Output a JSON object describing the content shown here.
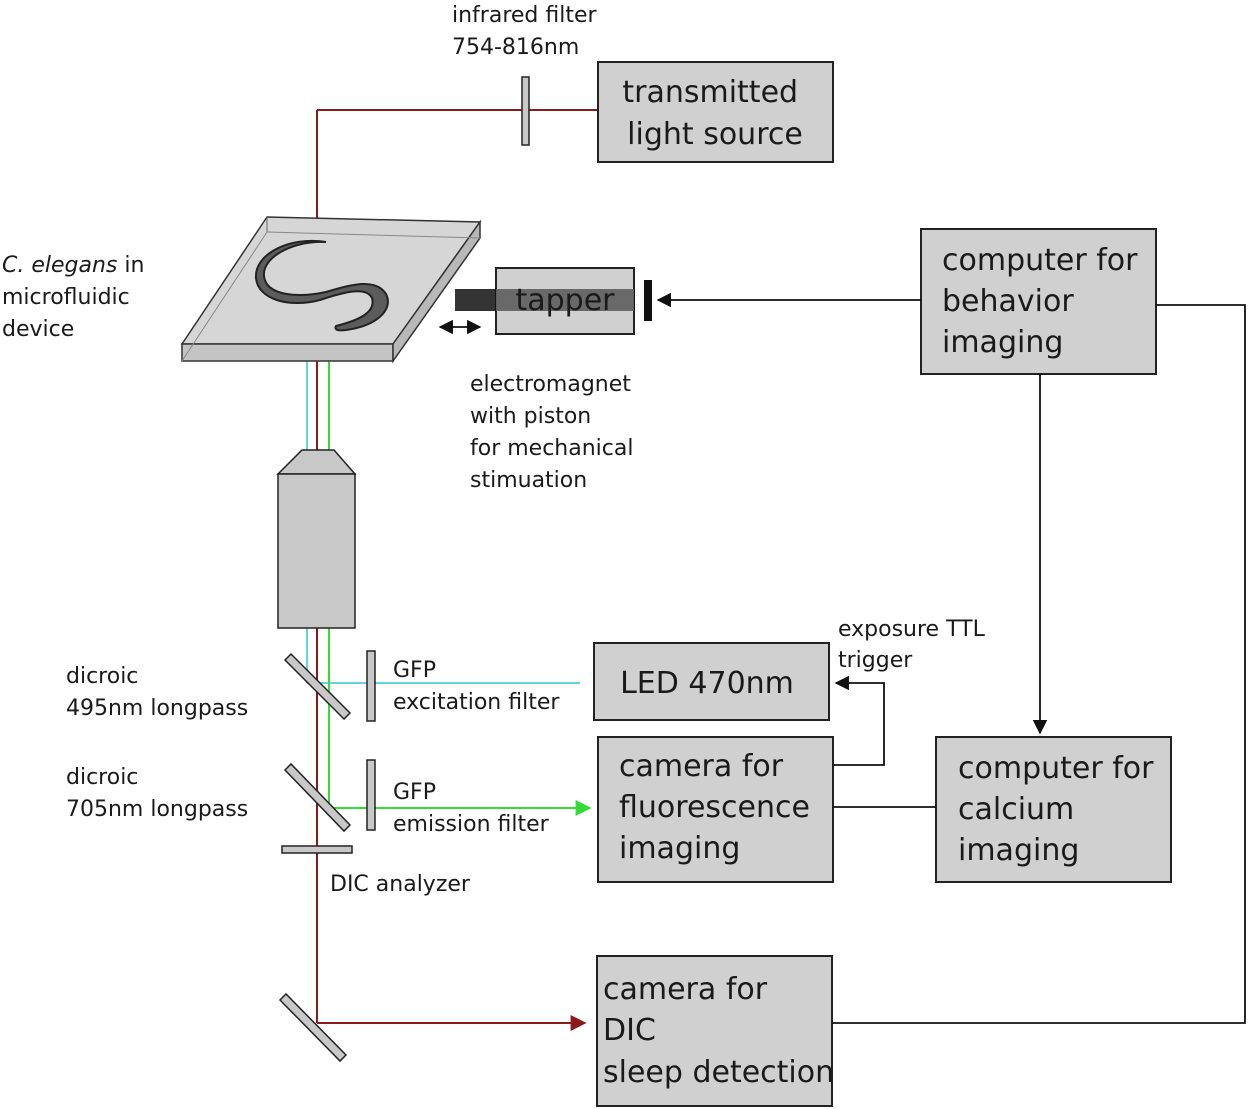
{
  "colors": {
    "ir_beam": "#8b1a1a",
    "excitation": "#5fd6e0",
    "emission": "#33dd33",
    "box_fill": "#d0d0d0",
    "wiring": "#111111"
  },
  "labels": {
    "infrared_filter": [
      "infrared filter",
      "754-816nm"
    ],
    "organism": [
      "C. elegans",
      " in"
    ],
    "organism_rest": [
      "microfluidic",
      "device"
    ],
    "electromagnet": [
      "electromagnet",
      "with piston",
      "for mechanical",
      "stimuation"
    ],
    "dicroic_1": [
      "dicroic",
      "495nm longpass"
    ],
    "dicroic_2": [
      "dicroic",
      "705nm longpass"
    ],
    "gfp_excitation": [
      "GFP",
      "excitation filter"
    ],
    "gfp_emission": [
      "GFP",
      "emission filter"
    ],
    "dic_analyzer": "DIC analyzer",
    "exposure_ttl": [
      "exposure TTL",
      "trigger"
    ]
  },
  "boxes": {
    "light_source": [
      "transmitted",
      "light source"
    ],
    "tapper": "tapper",
    "computer_behavior": [
      "computer for",
      "behavior",
      "imaging"
    ],
    "led": "LED 470nm",
    "camera_fluorescence": [
      "camera for",
      "fluorescence",
      "imaging"
    ],
    "computer_calcium": [
      "computer for",
      "calcium",
      "imaging"
    ],
    "camera_dic": [
      "camera for",
      "DIC",
      "sleep detection"
    ]
  }
}
